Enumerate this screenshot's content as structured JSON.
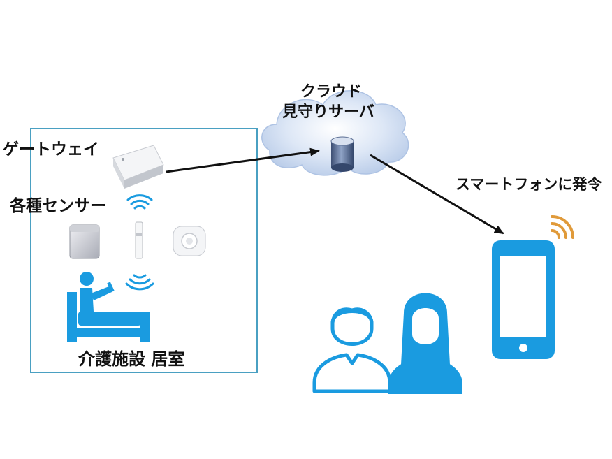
{
  "labels": {
    "cloud_line1": "クラウド",
    "cloud_line2": "見守りサーバ",
    "gateway": "ゲートウェイ",
    "sensors": "各種センサー",
    "smartphone_alert": "スマートフォンに発令",
    "room": "介護施設 居室"
  },
  "icons": {
    "cloud": "cloud-icon",
    "server": "database-icon",
    "gateway": "gateway-device-icon",
    "wifi": "wifi-icon",
    "sensor_box": "sensor-box-icon",
    "door_sensor": "door-sensor-icon",
    "round_sensor": "round-sensor-icon",
    "person_in_bed": "person-in-bed-icon",
    "smartphone": "smartphone-icon",
    "male_user": "male-user-icon",
    "female_user": "female-user-icon"
  },
  "colors": {
    "accent_blue": "#1a9be0",
    "wifi_orange": "#e09a3a",
    "room_border": "#4aa0c2",
    "cloud_fill": "#c7d6ee",
    "arrow": "#111111"
  }
}
